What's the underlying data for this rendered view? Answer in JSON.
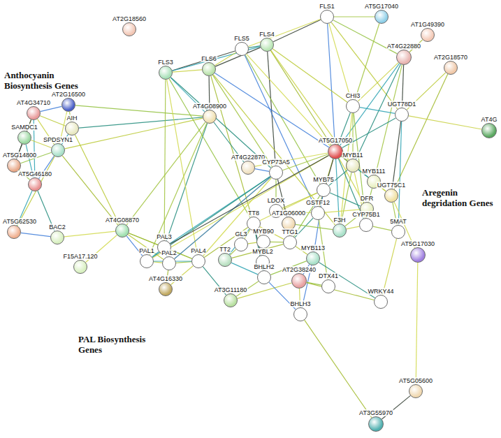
{
  "diagram": {
    "nodes": [
      {
        "text": [
          "AT2G18560"
        ]
      },
      {
        "text": [
          "FLS1"
        ]
      },
      {
        "text": [
          "AT5G17040"
        ]
      },
      {
        "text": [
          "AT1G49390"
        ]
      },
      {
        "text": [
          "FLS4"
        ]
      },
      {
        "text": [
          "FLS5"
        ]
      },
      {
        "text": [
          "AT4G22880"
        ]
      },
      {
        "text": [
          "AT2G18570"
        ]
      },
      {
        "text": [
          "FLS6"
        ]
      },
      {
        "text": [
          "FLS3"
        ]
      },
      {
        "text": [
          "AT2G16500"
        ]
      },
      {
        "text": [
          "CHI3"
        ]
      },
      {
        "text": [
          "UGT78D1"
        ]
      },
      {
        "text": [
          "AT4G34710"
        ]
      },
      {
        "text": [
          "AT4G08900"
        ]
      },
      {
        "text": [
          "AIH"
        ]
      },
      {
        "text": [
          "AT4G"
        ]
      },
      {
        "text": [
          "SAMDC1"
        ]
      },
      {
        "text": [
          "SPDSYN1"
        ]
      },
      {
        "text": [
          "AT5G17050"
        ]
      },
      {
        "text": [
          "AT5G14800"
        ]
      },
      {
        "text": [
          "MYB11"
        ]
      },
      {
        "text": [
          "AT4G22870"
        ]
      },
      {
        "text": [
          "CYP73A5"
        ]
      },
      {
        "text": [
          "MYB111"
        ]
      },
      {
        "text": [
          "AT5G46180"
        ]
      },
      {
        "text": [
          "MYB75"
        ]
      },
      {
        "text": [
          "UGT75C1"
        ]
      },
      {
        "text": [
          "DFR"
        ]
      },
      {
        "text": [
          "LDOX"
        ]
      },
      {
        "text": [
          "GSTF12"
        ]
      },
      {
        "text": [
          "TT8"
        ]
      },
      {
        "text": [
          "AT1G06000"
        ]
      },
      {
        "text": [
          "F3H"
        ]
      },
      {
        "text": [
          "CYP75B1"
        ]
      },
      {
        "text": [
          "5MAT"
        ]
      },
      {
        "text": [
          "AT5G62530"
        ]
      },
      {
        "text": [
          "AT4G08870"
        ]
      },
      {
        "text": [
          "BAC2"
        ]
      },
      {
        "text": [
          "GL3"
        ]
      },
      {
        "text": [
          "MYB90"
        ]
      },
      {
        "text": [
          "TTG1"
        ]
      },
      {
        "text": [
          "PAL3"
        ]
      },
      {
        "text": [
          "AT5G17030"
        ]
      },
      {
        "text": [
          "TT2"
        ]
      },
      {
        "text": [
          "MYBL2"
        ]
      },
      {
        "text": [
          "MYB113"
        ]
      },
      {
        "text": [
          "PAL1"
        ]
      },
      {
        "text": [
          "PAL2"
        ]
      },
      {
        "text": [
          "PAL4"
        ]
      },
      {
        "text": [
          "F15A17.120"
        ]
      },
      {
        "text": [
          "BHLH2"
        ]
      },
      {
        "text": [
          "AT2G38240"
        ]
      },
      {
        "text": [
          "DTX41"
        ]
      },
      {
        "text": [
          "AT4G16330"
        ]
      },
      {
        "text": [
          "AT3G11180"
        ]
      },
      {
        "text": [
          "WRKY44"
        ]
      },
      {
        "text": [
          "BHLH3"
        ]
      },
      {
        "text": [
          "AT5G05600"
        ]
      },
      {
        "text": [
          "AT3G55970"
        ]
      }
    ],
    "edges": [
      {
        "from": 13,
        "to": 10,
        "arrow": "none"
      },
      {
        "from": 13,
        "to": 15,
        "arrow": "none"
      },
      {
        "from": 13,
        "to": 17,
        "arrow": "none"
      },
      {
        "from": 13,
        "to": 18,
        "arrow": "none"
      },
      {
        "from": 13,
        "to": 20,
        "arrow": "none"
      },
      {
        "from": 13,
        "to": 25,
        "arrow": "none"
      },
      {
        "from": 10,
        "to": 15,
        "arrow": "none"
      },
      {
        "from": 10,
        "to": 18,
        "arrow": "none"
      },
      {
        "from": 10,
        "to": 14,
        "arrow": "none"
      },
      {
        "from": 15,
        "to": 18,
        "arrow": "none"
      },
      {
        "from": 15,
        "to": 14,
        "arrow": "none"
      },
      {
        "from": 17,
        "to": 18,
        "arrow": "none"
      },
      {
        "from": 17,
        "to": 20,
        "arrow": "none"
      },
      {
        "from": 17,
        "to": 25,
        "arrow": "none"
      },
      {
        "from": 18,
        "to": 20,
        "arrow": "none"
      },
      {
        "from": 18,
        "to": 25,
        "arrow": "none"
      },
      {
        "from": 18,
        "to": 14,
        "arrow": "none"
      },
      {
        "from": 18,
        "to": 37,
        "arrow": "none"
      },
      {
        "from": 20,
        "to": 25,
        "arrow": "none"
      },
      {
        "from": 25,
        "to": 36,
        "arrow": "none"
      },
      {
        "from": 25,
        "to": 38,
        "arrow": "none"
      },
      {
        "from": 36,
        "to": 38,
        "arrow": "none"
      },
      {
        "from": 36,
        "to": 18,
        "arrow": "none"
      },
      {
        "from": 38,
        "to": 37,
        "arrow": "none"
      },
      {
        "from": 14,
        "to": 37,
        "arrow": "none"
      },
      {
        "from": 15,
        "to": 37,
        "arrow": "none"
      },
      {
        "from": 37,
        "to": 50,
        "arrow": "none"
      },
      {
        "from": 37,
        "to": 42,
        "arrow": "none"
      },
      {
        "from": 37,
        "to": 47,
        "arrow": "none"
      },
      {
        "from": 37,
        "to": 48,
        "arrow": "none"
      },
      {
        "from": 37,
        "to": 49,
        "arrow": "none"
      },
      {
        "from": 14,
        "to": 8,
        "arrow": "none"
      },
      {
        "from": 14,
        "to": 9,
        "arrow": "none"
      },
      {
        "from": 14,
        "to": 42,
        "arrow": "none"
      },
      {
        "from": 14,
        "to": 47,
        "arrow": "none"
      },
      {
        "from": 9,
        "to": 8,
        "arrow": "none"
      },
      {
        "from": 9,
        "to": 5,
        "arrow": "none"
      },
      {
        "from": 9,
        "to": 4,
        "arrow": "none"
      },
      {
        "from": 8,
        "to": 5,
        "arrow": "none"
      },
      {
        "from": 8,
        "to": 4,
        "arrow": "none"
      },
      {
        "from": 5,
        "to": 4,
        "arrow": "none"
      },
      {
        "from": 4,
        "to": 1,
        "arrow": "none"
      },
      {
        "from": 5,
        "to": 1,
        "arrow": "none"
      },
      {
        "from": 1,
        "to": 2,
        "arrow": "none"
      },
      {
        "from": 1,
        "to": 11,
        "arrow": "none"
      },
      {
        "from": 1,
        "to": 6,
        "arrow": "none"
      },
      {
        "from": 1,
        "to": 19,
        "arrow": "none"
      },
      {
        "from": 1,
        "to": 12,
        "arrow": "none"
      },
      {
        "from": 4,
        "to": 11,
        "arrow": "none"
      },
      {
        "from": 4,
        "to": 19,
        "arrow": "none"
      },
      {
        "from": 4,
        "to": 21,
        "arrow": "none"
      },
      {
        "from": 4,
        "to": 23,
        "arrow": "none"
      },
      {
        "from": 5,
        "to": 19,
        "arrow": "none"
      },
      {
        "from": 5,
        "to": 26,
        "arrow": "none"
      },
      {
        "from": 5,
        "to": 30,
        "arrow": "none"
      },
      {
        "from": 8,
        "to": 19,
        "arrow": "none"
      },
      {
        "from": 8,
        "to": 33,
        "arrow": "none"
      },
      {
        "from": 8,
        "to": 31,
        "arrow": "none"
      },
      {
        "from": 9,
        "to": 23,
        "arrow": "none"
      },
      {
        "from": 9,
        "to": 42,
        "arrow": "none"
      },
      {
        "from": 9,
        "to": 49,
        "arrow": "none"
      },
      {
        "from": 9,
        "to": 31,
        "arrow": "none"
      },
      {
        "from": 8,
        "to": 23,
        "arrow": "none"
      },
      {
        "from": 6,
        "to": 3,
        "arrow": "none"
      },
      {
        "from": 6,
        "to": 11,
        "arrow": "none"
      },
      {
        "from": 6,
        "to": 12,
        "arrow": "none"
      },
      {
        "from": 6,
        "to": 19,
        "arrow": "none"
      },
      {
        "from": 6,
        "to": 21,
        "arrow": "none"
      },
      {
        "from": 6,
        "to": 24,
        "arrow": "none"
      },
      {
        "from": 7,
        "to": 12,
        "arrow": "none"
      },
      {
        "from": 7,
        "to": 27,
        "arrow": "none"
      },
      {
        "from": 11,
        "to": 12,
        "arrow": "none"
      },
      {
        "from": 11,
        "to": 19,
        "arrow": "none"
      },
      {
        "from": 11,
        "to": 21,
        "arrow": "none"
      },
      {
        "from": 11,
        "to": 33,
        "arrow": "none"
      },
      {
        "from": 11,
        "to": 34,
        "arrow": "none"
      },
      {
        "from": 12,
        "to": 16,
        "arrow": "none"
      },
      {
        "from": 12,
        "to": 27,
        "arrow": "none"
      },
      {
        "from": 12,
        "to": 35,
        "arrow": "none"
      },
      {
        "from": 12,
        "to": 19,
        "arrow": "none"
      },
      {
        "from": 2,
        "to": 11,
        "arrow": "none"
      },
      {
        "from": 19,
        "to": 21,
        "arrow": "none"
      },
      {
        "from": 19,
        "to": 24,
        "arrow": "none"
      },
      {
        "from": 19,
        "to": 26,
        "arrow": "none"
      },
      {
        "from": 19,
        "to": 27,
        "arrow": "none"
      },
      {
        "from": 19,
        "to": 28,
        "arrow": "none"
      },
      {
        "from": 19,
        "to": 30,
        "arrow": "none"
      },
      {
        "from": 19,
        "to": 33,
        "arrow": "none"
      },
      {
        "from": 19,
        "to": 34,
        "arrow": "none"
      },
      {
        "from": 19,
        "to": 23,
        "arrow": "none"
      },
      {
        "from": 19,
        "to": 22,
        "arrow": "none"
      },
      {
        "from": 21,
        "to": 24,
        "arrow": "none"
      },
      {
        "from": 21,
        "to": 26,
        "arrow": "none"
      },
      {
        "from": 21,
        "to": 33,
        "arrow": "none"
      },
      {
        "from": 21,
        "to": 34,
        "arrow": "none"
      },
      {
        "from": 24,
        "to": 27,
        "arrow": "none"
      },
      {
        "from": 24,
        "to": 28,
        "arrow": "none"
      },
      {
        "from": 26,
        "to": 28,
        "arrow": "none"
      },
      {
        "from": 26,
        "to": 30,
        "arrow": "none"
      },
      {
        "from": 26,
        "to": 31,
        "arrow": "none"
      },
      {
        "from": 26,
        "to": 41,
        "arrow": "none"
      },
      {
        "from": 26,
        "to": 46,
        "arrow": "none"
      },
      {
        "from": 28,
        "to": 33,
        "arrow": "none"
      },
      {
        "from": 28,
        "to": 30,
        "arrow": "none"
      },
      {
        "from": 28,
        "to": 34,
        "arrow": "none"
      },
      {
        "from": 30,
        "to": 41,
        "arrow": "none"
      },
      {
        "from": 30,
        "to": 53,
        "arrow": "none"
      },
      {
        "from": 31,
        "to": 39,
        "arrow": "none"
      },
      {
        "from": 31,
        "to": 40,
        "arrow": "none"
      },
      {
        "from": 31,
        "to": 41,
        "arrow": "none"
      },
      {
        "from": 31,
        "to": 45,
        "arrow": "none"
      },
      {
        "from": 31,
        "to": 44,
        "arrow": "none"
      },
      {
        "from": 31,
        "to": 51,
        "arrow": "none"
      },
      {
        "from": 39,
        "to": 40,
        "arrow": "none"
      },
      {
        "from": 39,
        "to": 44,
        "arrow": "none"
      },
      {
        "from": 40,
        "to": 45,
        "arrow": "none"
      },
      {
        "from": 40,
        "to": 41,
        "arrow": "none"
      },
      {
        "from": 41,
        "to": 46,
        "arrow": "none"
      },
      {
        "from": 41,
        "to": 44,
        "arrow": "none"
      },
      {
        "from": 45,
        "to": 51,
        "arrow": "none"
      },
      {
        "from": 46,
        "to": 51,
        "arrow": "none"
      },
      {
        "from": 46,
        "to": 57,
        "arrow": "none"
      },
      {
        "from": 44,
        "to": 51,
        "arrow": "none"
      },
      {
        "from": 22,
        "to": 23,
        "arrow": "none"
      },
      {
        "from": 23,
        "to": 32,
        "arrow": "none"
      },
      {
        "from": 23,
        "to": 42,
        "arrow": "none"
      },
      {
        "from": 23,
        "to": 47,
        "arrow": "none"
      },
      {
        "from": 23,
        "to": 48,
        "arrow": "none"
      },
      {
        "from": 23,
        "to": 49,
        "arrow": "none"
      },
      {
        "from": 22,
        "to": 14,
        "arrow": "none"
      },
      {
        "from": 29,
        "to": 30,
        "arrow": "none"
      },
      {
        "from": 29,
        "to": 23,
        "arrow": "none"
      },
      {
        "from": 32,
        "to": 33,
        "arrow": "none"
      },
      {
        "from": 33,
        "to": 34,
        "arrow": "none"
      },
      {
        "from": 34,
        "to": 35,
        "arrow": "none"
      },
      {
        "from": 27,
        "to": 35,
        "arrow": "none"
      },
      {
        "from": 27,
        "to": 43,
        "arrow": "none"
      },
      {
        "from": 35,
        "to": 56,
        "arrow": "none"
      },
      {
        "from": 43,
        "to": 58,
        "arrow": "none"
      },
      {
        "from": 58,
        "to": 59,
        "arrow": "none"
      },
      {
        "from": 57,
        "to": 59,
        "arrow": "none"
      },
      {
        "from": 57,
        "to": 52,
        "arrow": "none"
      },
      {
        "from": 52,
        "to": 53,
        "arrow": "none"
      },
      {
        "from": 52,
        "to": 46,
        "arrow": "none"
      },
      {
        "from": 52,
        "to": 55,
        "arrow": "none"
      },
      {
        "from": 52,
        "to": 56,
        "arrow": "none"
      },
      {
        "from": 51,
        "to": 57,
        "arrow": "none"
      },
      {
        "from": 56,
        "to": 46,
        "arrow": "none"
      },
      {
        "from": 42,
        "to": 47,
        "arrow": "none"
      },
      {
        "from": 42,
        "to": 48,
        "arrow": "none"
      },
      {
        "from": 42,
        "to": 49,
        "arrow": "none"
      },
      {
        "from": 47,
        "to": 48,
        "arrow": "none"
      },
      {
        "from": 48,
        "to": 49,
        "arrow": "none"
      },
      {
        "from": 47,
        "to": 49,
        "arrow": "none"
      },
      {
        "from": 49,
        "to": 31,
        "arrow": "none"
      },
      {
        "from": 48,
        "to": 23,
        "arrow": "none"
      },
      {
        "from": 47,
        "to": 19,
        "arrow": "none"
      },
      {
        "from": 42,
        "to": 19,
        "arrow": "none"
      },
      {
        "from": 49,
        "to": 55,
        "arrow": "none"
      },
      {
        "from": 54,
        "to": 48,
        "arrow": "none"
      },
      {
        "from": 54,
        "to": 49,
        "arrow": "none"
      },
      {
        "from": 55,
        "to": 51,
        "arrow": "none"
      },
      {
        "from": 32,
        "to": 41,
        "arrow": "none"
      },
      {
        "from": 29,
        "to": 26,
        "arrow": "none"
      }
    ],
    "labels": [
      "Anthocyanin Biosynthesis Genes",
      "Aregenin degridation Genes",
      "PAL Biosynthesis Genes"
    ]
  }
}
